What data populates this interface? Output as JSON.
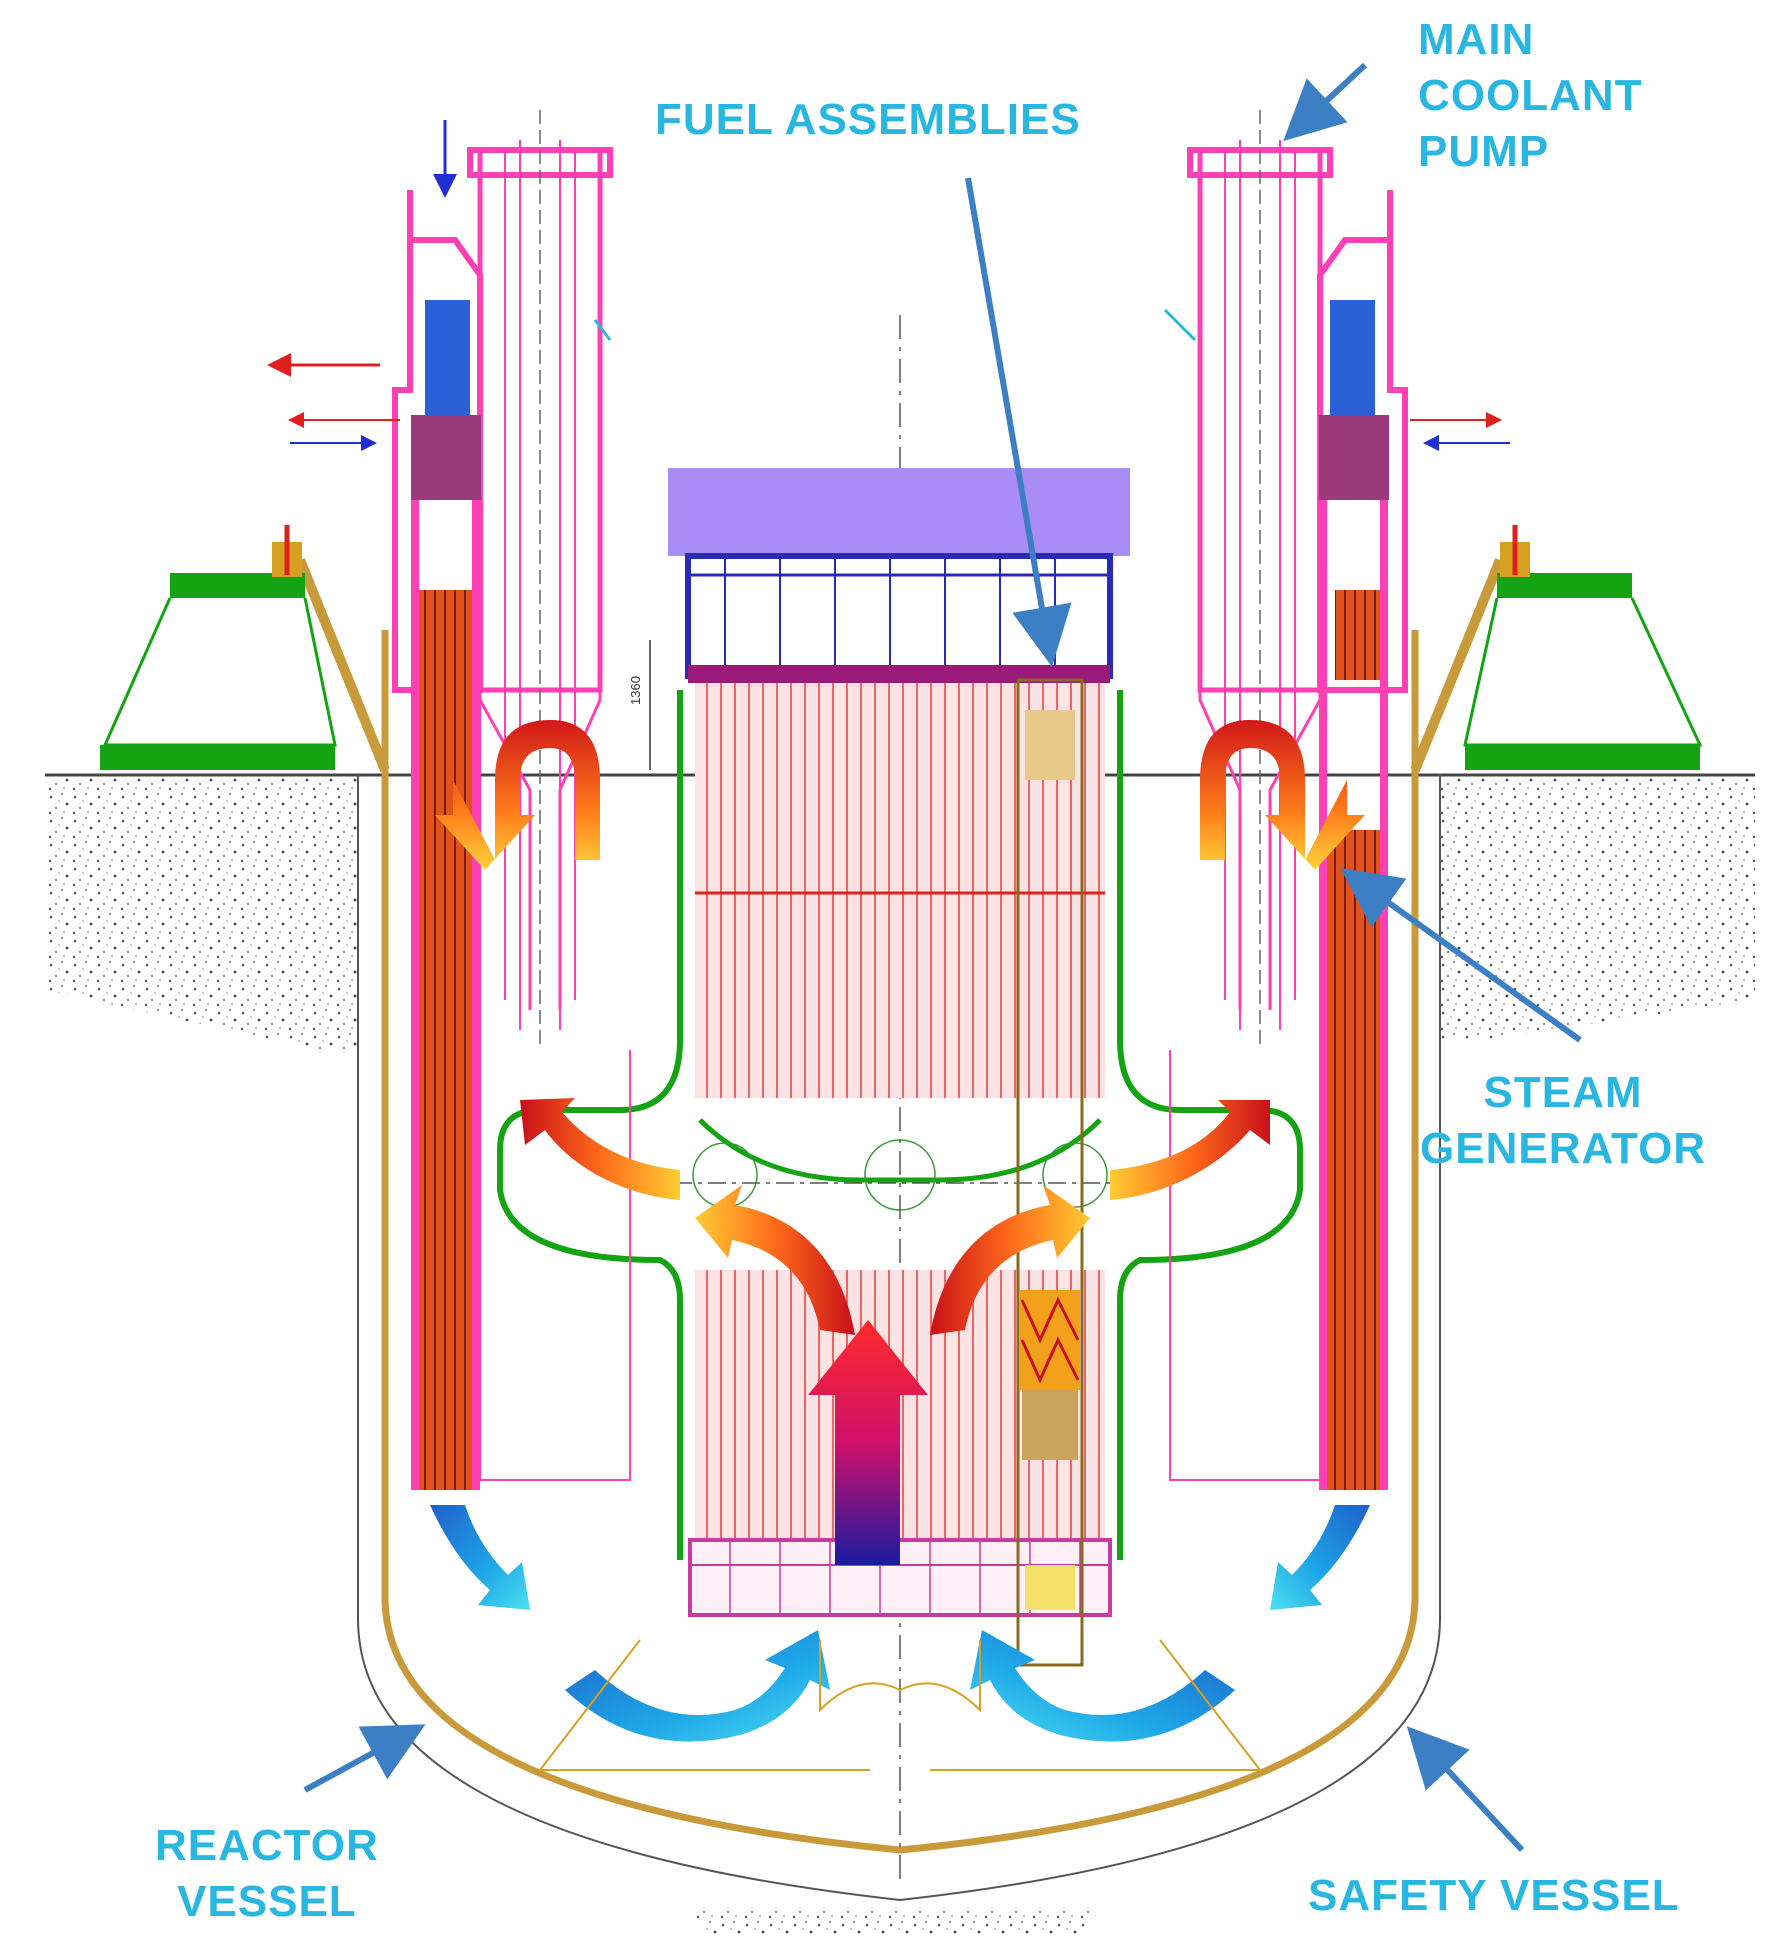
{
  "labels": {
    "fuel_assemblies": "FUEL ASSEMBLIES",
    "main_coolant_pump": [
      "MAIN",
      "COOLANT",
      "PUMP"
    ],
    "steam_generator": [
      "STEAM",
      "GENERATOR"
    ],
    "reactor_vessel": [
      "REACTOR",
      "VESSEL"
    ],
    "safety_vessel": "SAFETY VESSEL"
  },
  "dimension_label": "1360",
  "colors": {
    "label_text": "#29b6e0",
    "callout_arrow": "#3d7fc4",
    "pump_outline": "#ff3fb4",
    "core_support": "#13a313",
    "safety_vessel_line": "#c99a3a",
    "upper_plenum": "#a98cf5",
    "hot_flow": "#e02020",
    "cold_flow": "#1e90e0",
    "tube_bundle": "#e2531c"
  }
}
